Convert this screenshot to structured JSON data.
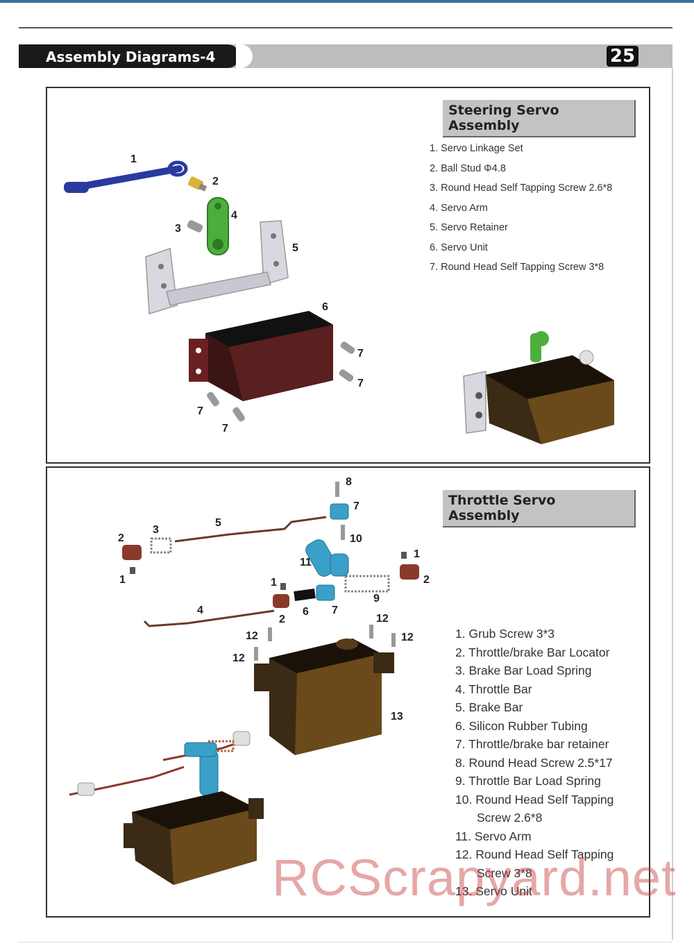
{
  "header": {
    "title": "Assembly Diagrams-4",
    "page_number": "25"
  },
  "steering": {
    "title": "Steering Servo Assembly",
    "items": [
      "1. Servo Linkage Set",
      "2. Ball Stud Φ4.8",
      "3. Round Head Self Tapping Screw 2.6*8",
      "4. Servo Arm",
      "5. Servo Retainer",
      "6. Servo Unit",
      "7. Round Head Self Tapping Screw 3*8"
    ],
    "callouts": [
      "1",
      "2",
      "3",
      "4",
      "5",
      "6",
      "7"
    ]
  },
  "throttle": {
    "title": "Throttle Servo Assembly",
    "items": [
      "1.  Grub Screw 3*3",
      "2.  Throttle/brake Bar Locator",
      "3.  Brake Bar Load Spring",
      "4.  Throttle Bar",
      "5.   Brake Bar",
      "6.  Silicon Rubber Tubing",
      "7.  Throttle/brake bar retainer",
      "8.  Round Head Screw 2.5*17",
      "9.  Throttle Bar Load Spring",
      "10. Round Head Self Tapping",
      "Screw 2.6*8",
      "11. Servo Arm",
      "12. Round Head Self Tapping",
      "Screw 3*8",
      "13. Servo Unit"
    ],
    "callouts": [
      "1",
      "2",
      "3",
      "4",
      "5",
      "6",
      "7",
      "8",
      "9",
      "10",
      "11",
      "12",
      "13"
    ]
  },
  "watermark": "RCScrapyard.net",
  "colors": {
    "header_black": "#1a1a1a",
    "header_grey": "#bdbdbd",
    "servo_arm_green": "#4caf3c",
    "linkage_blue": "#2a3a9e",
    "servo_brown": "#5a3a1a",
    "retainer_cyan": "#3aa0c8",
    "watermark": "#c83c3c"
  }
}
